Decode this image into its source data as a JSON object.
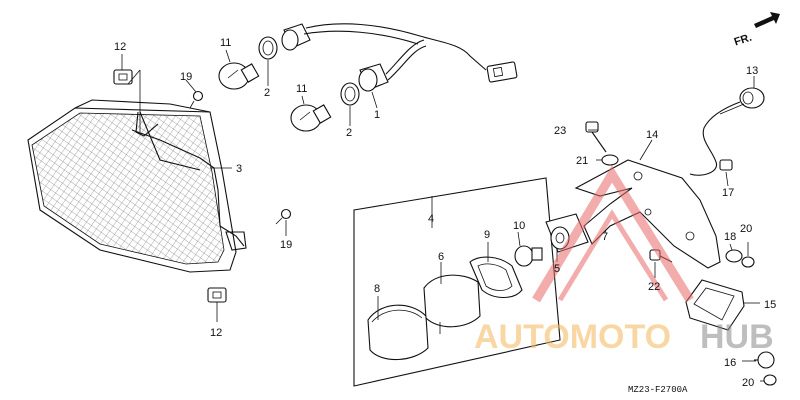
{
  "diagram": {
    "direction_label": "FR.",
    "diagram_code": "MZ23-F2700A",
    "watermark": {
      "text": "AUTOMOTOHUB",
      "color_primary": "#f5b85b",
      "color_secondary": "#8a8a8a",
      "triangle_color": "#e86a6a"
    },
    "callouts": [
      {
        "id": "c12a",
        "label": "12"
      },
      {
        "id": "c19a",
        "label": "19"
      },
      {
        "id": "c3",
        "label": "3"
      },
      {
        "id": "c19b",
        "label": "19"
      },
      {
        "id": "c12b",
        "label": "12"
      },
      {
        "id": "c11a",
        "label": "11"
      },
      {
        "id": "c2a",
        "label": "2"
      },
      {
        "id": "c11b",
        "label": "11"
      },
      {
        "id": "c2b",
        "label": "2"
      },
      {
        "id": "c1",
        "label": "1"
      },
      {
        "id": "c4",
        "label": "4"
      },
      {
        "id": "c9",
        "label": "9"
      },
      {
        "id": "c10",
        "label": "10"
      },
      {
        "id": "c6",
        "label": "6"
      },
      {
        "id": "c8",
        "label": "8"
      },
      {
        "id": "c5",
        "label": "5"
      },
      {
        "id": "c7",
        "label": "7"
      },
      {
        "id": "c23",
        "label": "23"
      },
      {
        "id": "c21",
        "label": "21"
      },
      {
        "id": "c14",
        "label": "14"
      },
      {
        "id": "c13",
        "label": "13"
      },
      {
        "id": "c17",
        "label": "17"
      },
      {
        "id": "c18",
        "label": "18"
      },
      {
        "id": "c20a",
        "label": "20"
      },
      {
        "id": "c22",
        "label": "22"
      },
      {
        "id": "c15",
        "label": "15"
      },
      {
        "id": "c16",
        "label": "16"
      },
      {
        "id": "c20b",
        "label": "20"
      }
    ]
  }
}
